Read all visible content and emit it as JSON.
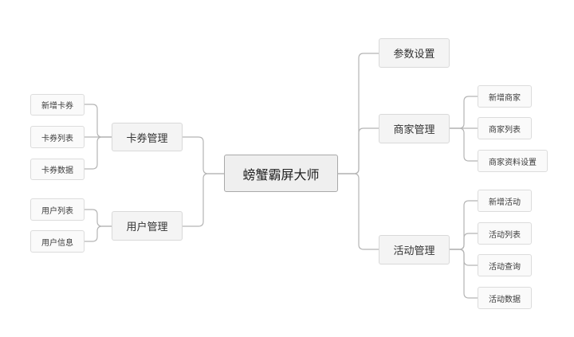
{
  "mindmap": {
    "root": "螃蟹霸屏大师",
    "left": [
      {
        "label": "卡券管理",
        "children": [
          "新增卡券",
          "卡券列表",
          "卡券数据"
        ]
      },
      {
        "label": "用户管理",
        "children": [
          "用户列表",
          "用户信息"
        ]
      }
    ],
    "right": [
      {
        "label": "参数设置",
        "children": []
      },
      {
        "label": "商家管理",
        "children": [
          "新增商家",
          "商家列表",
          "商家资料设置"
        ]
      },
      {
        "label": "活动管理",
        "children": [
          "新增活动",
          "活动列表",
          "活动查询",
          "活动数据"
        ]
      }
    ]
  },
  "colors": {
    "link": "#b5b5b5",
    "root_fill": "#efefef",
    "root_border": "#a9a9a9",
    "node_fill": "#f4f4f4",
    "node_border": "#d9d9d9"
  }
}
